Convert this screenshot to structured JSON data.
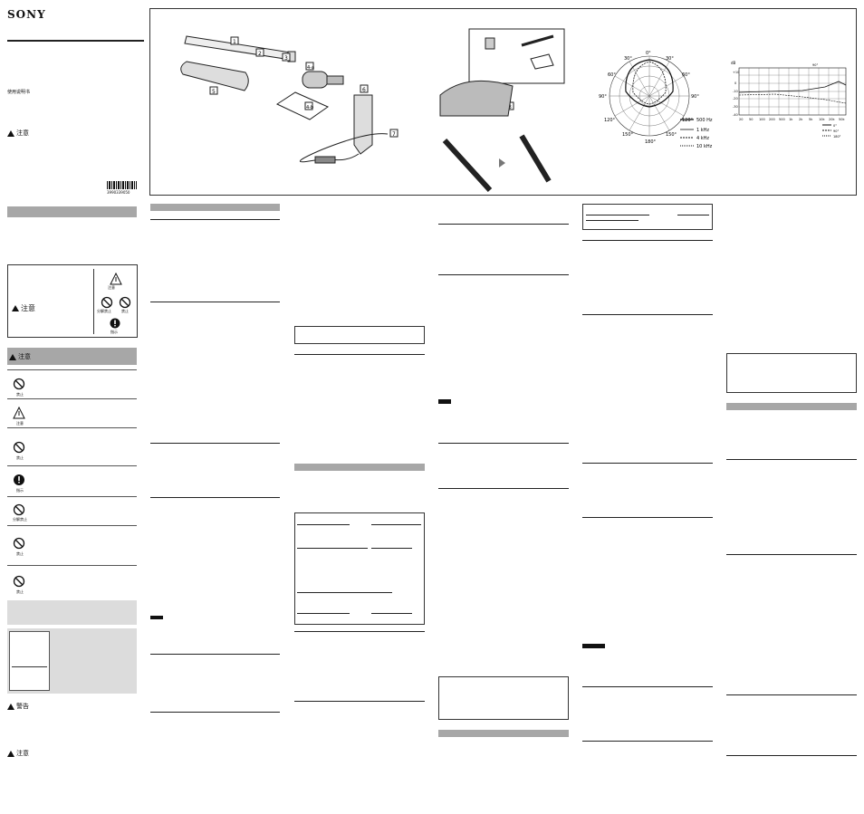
{
  "brand": "SONY",
  "manual_label": "使用说明书",
  "caution": "注意",
  "warning": "警告",
  "barcode_number": "3990339050",
  "icon_captions": {
    "warning": "注意",
    "prohibit": "禁止",
    "no_disassemble": "分解禁止",
    "instruction": "指示"
  },
  "figure": {
    "parts": [
      "1",
      "2",
      "3",
      "4-a",
      "4-b",
      "5",
      "6",
      "7",
      "8"
    ],
    "connector_label": "1",
    "polar_angles": [
      "0°",
      "30°",
      "30°",
      "60°",
      "60°",
      "90°",
      "90°",
      "120°",
      "120°",
      "150°",
      "150°",
      "180°"
    ],
    "polar_legend": [
      "500 Hz",
      "1 kHz",
      "4 kHz",
      "10 kHz"
    ],
    "freq_db_label": "dB",
    "freq_db_ticks": [
      "+10",
      "0",
      "-10",
      "-20",
      "-30",
      "-40"
    ],
    "freq_x_ticks": [
      "20",
      "50",
      "100",
      "200",
      "500",
      "1k",
      "2k",
      "5k",
      "10k",
      "20k",
      "50k"
    ],
    "freq_legend": [
      "0°",
      "90°",
      "180°"
    ],
    "freq_top_label": "90°"
  }
}
